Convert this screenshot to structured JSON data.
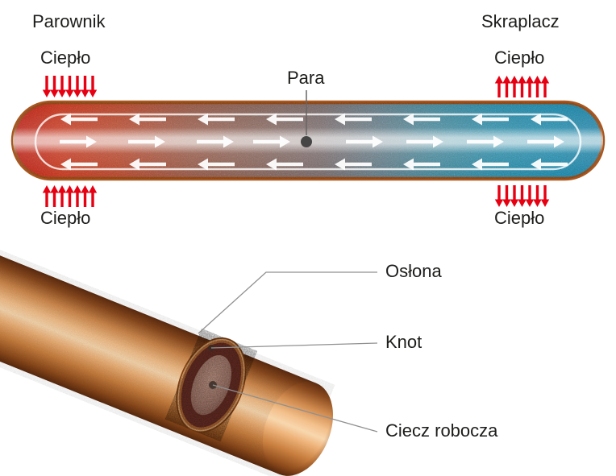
{
  "top_diagram": {
    "evaporator_label": "Parownik",
    "condenser_label": "Skraplacz",
    "heat_label_top_left": "Ciepło",
    "heat_label_top_right": "Ciepło",
    "heat_label_bottom_left": "Ciepło",
    "heat_label_bottom_right": "Ciepło",
    "vapor_label": "Para"
  },
  "bottom_diagram": {
    "casing_label": "Osłona",
    "wick_label": "Knot",
    "working_fluid_label": "Ciecz robocza"
  },
  "colors": {
    "heat_arrows": "#e60012",
    "evaporator_hot": "#e23226",
    "condenser_cold": "#2da4ca",
    "copper_shell": "#a9571f",
    "flow_arrows": "#ffffff"
  }
}
